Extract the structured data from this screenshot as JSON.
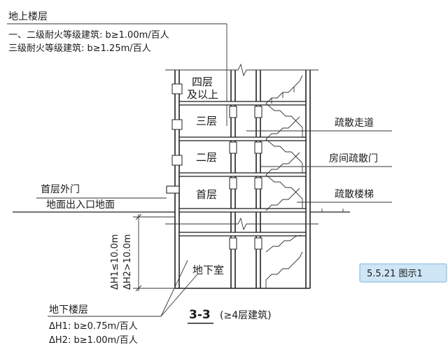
{
  "above_ground": {
    "heading": "地上楼层",
    "line1": "一、二级耐火等级建筑: b≥1.00m/百人",
    "line2": "三级耐火等级建筑: b≥1.25m/百人"
  },
  "floors": {
    "fourth_line1": "四层",
    "fourth_line2": "及以上",
    "third": "三层",
    "second": "二层",
    "first": "首层",
    "basement": "地下室"
  },
  "right_labels": {
    "corridor": "疏散走道",
    "room_door": "房间疏散门",
    "stair": "疏散楼梯"
  },
  "left_labels": {
    "exterior_door": "首层外门",
    "ground_level": "地面出入口地面"
  },
  "vertical_dims": {
    "h1": "ΔH1≤10.0m",
    "h2": "ΔH2>10.0m"
  },
  "underground": {
    "heading": "地下楼层",
    "line1": "ΔH1: b≥0.75m/百人",
    "line2": "ΔH2: b≥1.00m/百人"
  },
  "section": {
    "title": "3-3",
    "subtitle": "(≥4层建筑)"
  },
  "badge": {
    "text": "5.5.21 图示1",
    "bg": "#cfe6f6"
  }
}
